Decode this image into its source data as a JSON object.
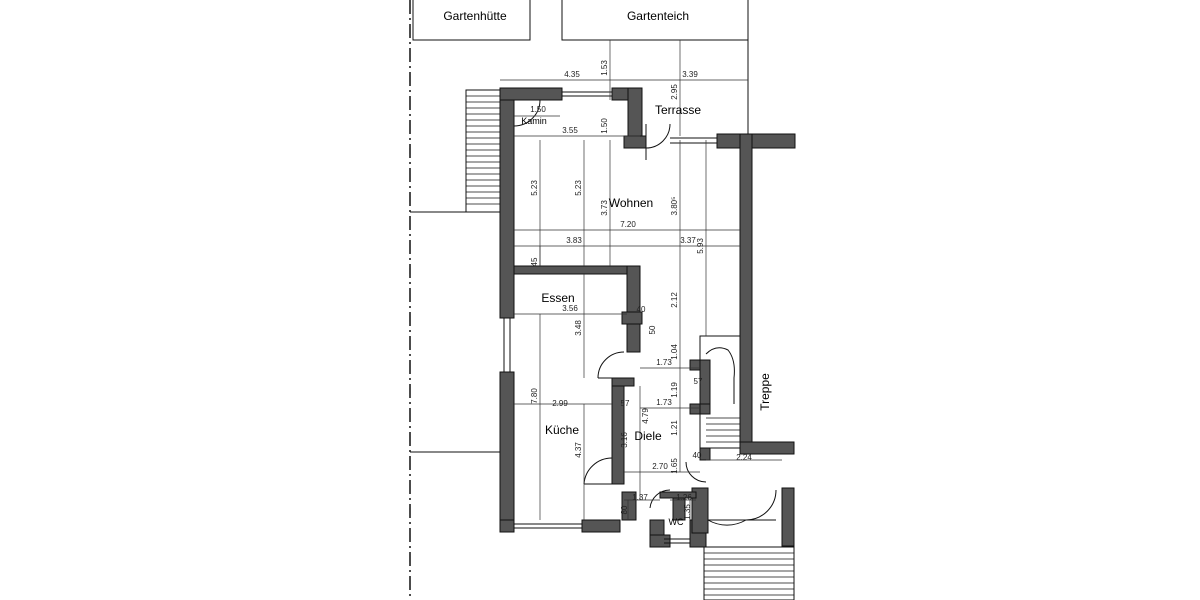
{
  "rooms": {
    "gartenhuette": "Gartenhütte",
    "gartenteich": "Gartenteich",
    "terrasse": "Terrasse",
    "kamin": "Kamin",
    "wohnen": "Wohnen",
    "essen": "Essen",
    "kueche": "Küche",
    "diele": "Diele",
    "wc": "WC",
    "treppe": "Treppe"
  },
  "dimensions": {
    "d_435": "4.35",
    "d_153": "1.53",
    "d_339": "3.39",
    "d_295": "2.95",
    "d_150a": "1.50",
    "d_355": "3.55",
    "d_150b": "1.50",
    "d_523a": "5.23",
    "d_523b": "5.23",
    "d_373": "3.73",
    "d_380": "3.80⁵",
    "d_720": "7.20",
    "d_383": "3.83",
    "d_337": "3.37",
    "d_593": "5.93",
    "d_45": "45",
    "d_212": "2.12",
    "d_40a": "40",
    "d_356": "3.56",
    "d_348": "3.48",
    "d_50": "50",
    "d_104": "1.04",
    "d_173a": "1.73",
    "d_780": "7.80",
    "d_57a": "57",
    "d_119": "1.19",
    "d_299": "2.99",
    "d_57b": "57",
    "d_479": "4.79",
    "d_173b": "1.73",
    "d_121": "1.21",
    "d_316": "3.16",
    "d_437": "4.37",
    "d_40b": "40",
    "d_270": "2.70",
    "d_165": "1.65",
    "d_224": "2.24",
    "d_137": "1.37",
    "d_126": "1.26",
    "d_80": "80",
    "d_135": "1.35"
  }
}
